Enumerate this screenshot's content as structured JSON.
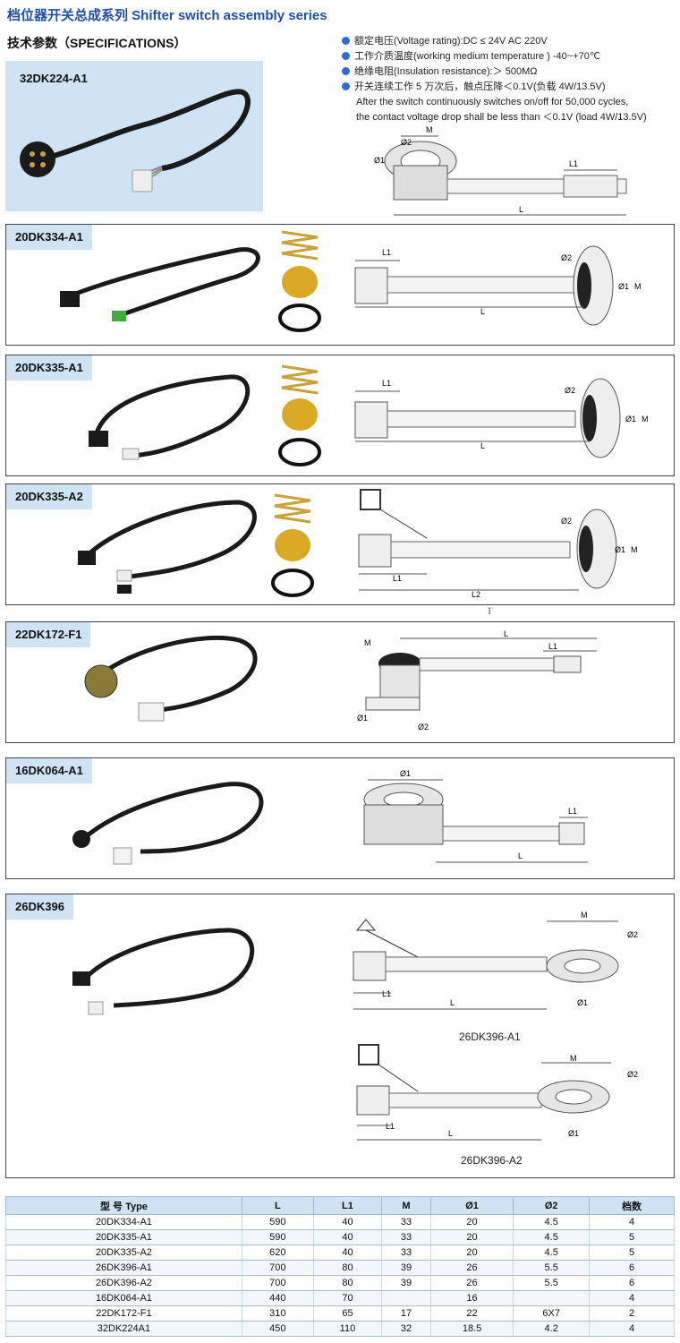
{
  "header": {
    "title": "档位器开关总成系列 Shifter switch assembly series",
    "spec_heading": "技术参数（SPECIFICATIONS）"
  },
  "specs": {
    "line1": "额定电压(Voltage rating):DC ≤ 24V   AC 220V",
    "line2": "工作介质温度(working medium temperature ) -40~+70℃",
    "line3": "绝缘电阻(Insulation resistance):＞ 500MΩ",
    "line4": "开关连续工作 5 万次后，触点压降＜0.1V(负载 4W/13.5V)",
    "line5": "After the switch continuously switches on/off for 50,000 cycles,",
    "line6": "the contact voltage drop shall be less than ＜0.1V (load 4W/13.5V)"
  },
  "products": {
    "p1": "32DK224-A1",
    "p2": "20DK334-A1",
    "p3": "20DK335-A1",
    "p4": "20DK335-A2",
    "p5": "22DK172-F1",
    "p6": "16DK064-A1",
    "p7": "26DK396"
  },
  "dimension_labels": {
    "M": "M",
    "L": "L",
    "L1": "L1",
    "L2": "L2",
    "d1": "Ø1",
    "d2": "Ø2"
  },
  "captions": {
    "a1": "26DK396-A1",
    "a2": "26DK396-A2"
  },
  "stray_mark": "ǐ",
  "table": {
    "headers": [
      "型  号 Type",
      "L",
      "L1",
      "M",
      "Ø1",
      "Ø2",
      "档数"
    ],
    "rows": [
      [
        "20DK334-A1",
        "590",
        "40",
        "33",
        "20",
        "4.5",
        "4"
      ],
      [
        "20DK335-A1",
        "590",
        "40",
        "33",
        "20",
        "4.5",
        "5"
      ],
      [
        "20DK335-A2",
        "620",
        "40",
        "33",
        "20",
        "4.5",
        "5"
      ],
      [
        "26DK396-A1",
        "700",
        "80",
        "39",
        "26",
        "5.5",
        "6"
      ],
      [
        "26DK396-A2",
        "700",
        "80",
        "39",
        "26",
        "5.5",
        "6"
      ],
      [
        "16DK064-A1",
        "440",
        "70",
        "",
        "16",
        "",
        "4"
      ],
      [
        "22DK172-F1",
        "310",
        "65",
        "17",
        "22",
        "6X7",
        "2"
      ],
      [
        "32DK224A1",
        "450",
        "110",
        "32",
        "18.5",
        "4.2",
        "4"
      ]
    ]
  }
}
